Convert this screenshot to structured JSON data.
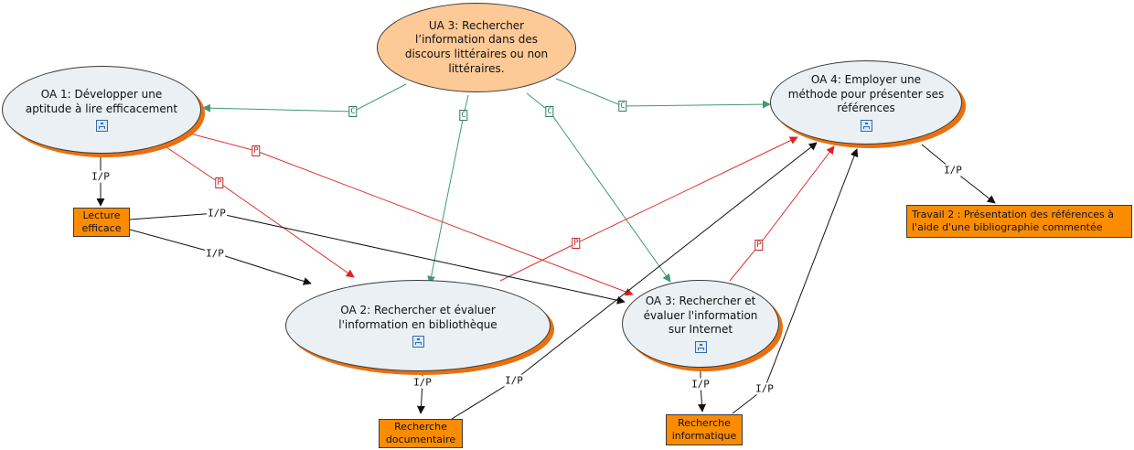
{
  "colors": {
    "oa_fill": "#eaf0f3",
    "oa_shadow": "#e9700f",
    "ua_fill": "#fdc996",
    "box_fill": "#fb8c00",
    "link_c": "#3f9a72",
    "link_p": "#e03030",
    "link_ip": "#111111"
  },
  "nodes": {
    "ua3": {
      "text": "UA 3: Rechercher l’information dans des discours littéraires ou non littéraires."
    },
    "oa1": {
      "text": "OA 1: Développer une aptitude à lire efficacement",
      "icon": "concept-map-icon"
    },
    "oa2": {
      "text": "OA 2: Rechercher et évaluer l'information en bibliothèque",
      "icon": "concept-map-icon"
    },
    "oa3": {
      "text": "OA 3: Rechercher et évaluer l'information sur Internet",
      "icon": "concept-map-icon"
    },
    "oa4": {
      "text": "OA 4: Employer une méthode pour présenter ses références",
      "icon": "concept-map-icon"
    },
    "lecture": {
      "text": "Lecture efficace"
    },
    "recherche_doc": {
      "text": "Recherche documentaire"
    },
    "recherche_info": {
      "text": "Recherche informatique"
    },
    "travail2": {
      "text": "Travail 2 : Présentation des références à l'aide d'une bibliographie commentée"
    }
  },
  "link_labels": {
    "c": "C",
    "p": "P",
    "ip": "I/P"
  }
}
